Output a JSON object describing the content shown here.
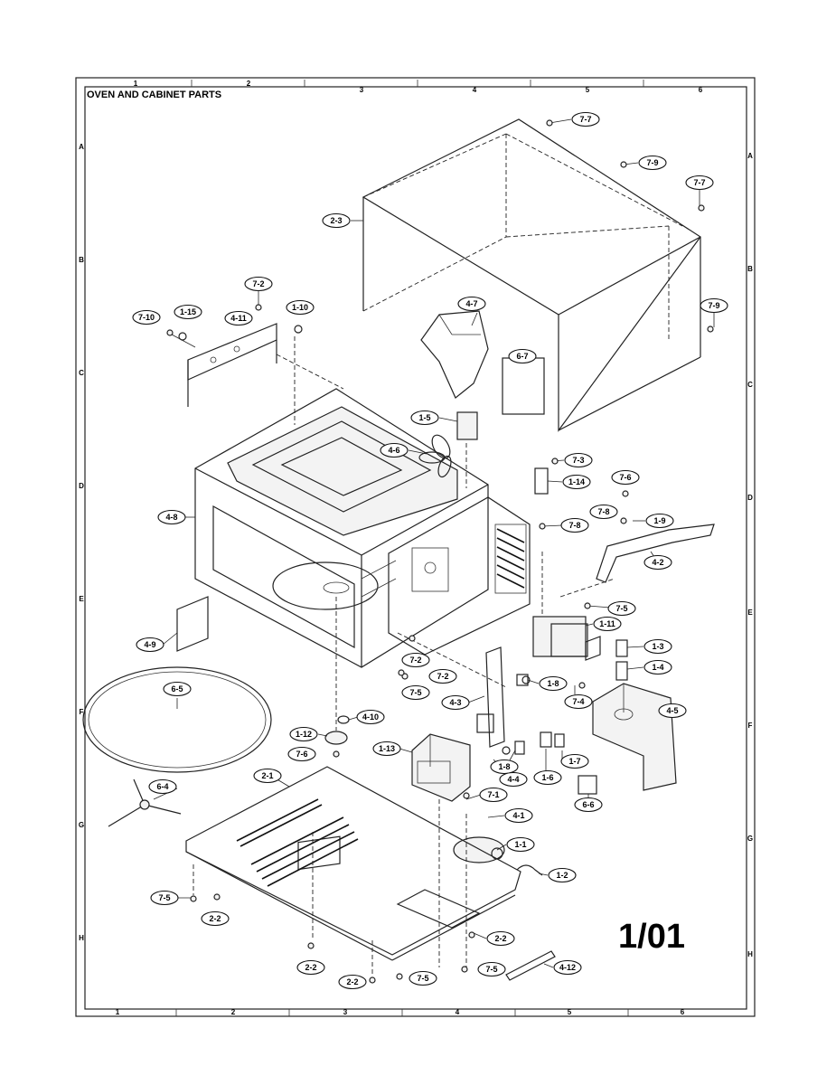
{
  "diagram": {
    "title": "OVEN AND CABINET PARTS",
    "page_number": "1/01",
    "grid_columns": [
      "1",
      "2",
      "3",
      "4",
      "5",
      "6"
    ],
    "grid_rows": [
      "A",
      "B",
      "C",
      "D",
      "E",
      "F",
      "G",
      "H"
    ],
    "callouts": [
      {
        "id": "7-7"
      },
      {
        "id": "7-9"
      },
      {
        "id": "7-7"
      },
      {
        "id": "2-3"
      },
      {
        "id": "7-9"
      },
      {
        "id": "7-2"
      },
      {
        "id": "7-10"
      },
      {
        "id": "1-15"
      },
      {
        "id": "4-11"
      },
      {
        "id": "1-10"
      },
      {
        "id": "4-7"
      },
      {
        "id": "6-7"
      },
      {
        "id": "1-5"
      },
      {
        "id": "4-6"
      },
      {
        "id": "7-3"
      },
      {
        "id": "1-14"
      },
      {
        "id": "7-6"
      },
      {
        "id": "4-8"
      },
      {
        "id": "7-8"
      },
      {
        "id": "1-9"
      },
      {
        "id": "7-8"
      },
      {
        "id": "4-2"
      },
      {
        "id": "7-5"
      },
      {
        "id": "1-11"
      },
      {
        "id": "1-3"
      },
      {
        "id": "4-9"
      },
      {
        "id": "7-2"
      },
      {
        "id": "1-4"
      },
      {
        "id": "7-2"
      },
      {
        "id": "1-8"
      },
      {
        "id": "7-5"
      },
      {
        "id": "7-4"
      },
      {
        "id": "6-5"
      },
      {
        "id": "4-3"
      },
      {
        "id": "4-5"
      },
      {
        "id": "4-10"
      },
      {
        "id": "1-12"
      },
      {
        "id": "1-7"
      },
      {
        "id": "1-13"
      },
      {
        "id": "7-6"
      },
      {
        "id": "1-8"
      },
      {
        "id": "1-6"
      },
      {
        "id": "4-4"
      },
      {
        "id": "2-1"
      },
      {
        "id": "6-4"
      },
      {
        "id": "6-6"
      },
      {
        "id": "7-1"
      },
      {
        "id": "4-1"
      },
      {
        "id": "1-1"
      },
      {
        "id": "1-2"
      },
      {
        "id": "7-5"
      },
      {
        "id": "2-2"
      },
      {
        "id": "2-2"
      },
      {
        "id": "2-2"
      },
      {
        "id": "2-2"
      },
      {
        "id": "7-5"
      },
      {
        "id": "7-5"
      },
      {
        "id": "4-12"
      }
    ]
  }
}
